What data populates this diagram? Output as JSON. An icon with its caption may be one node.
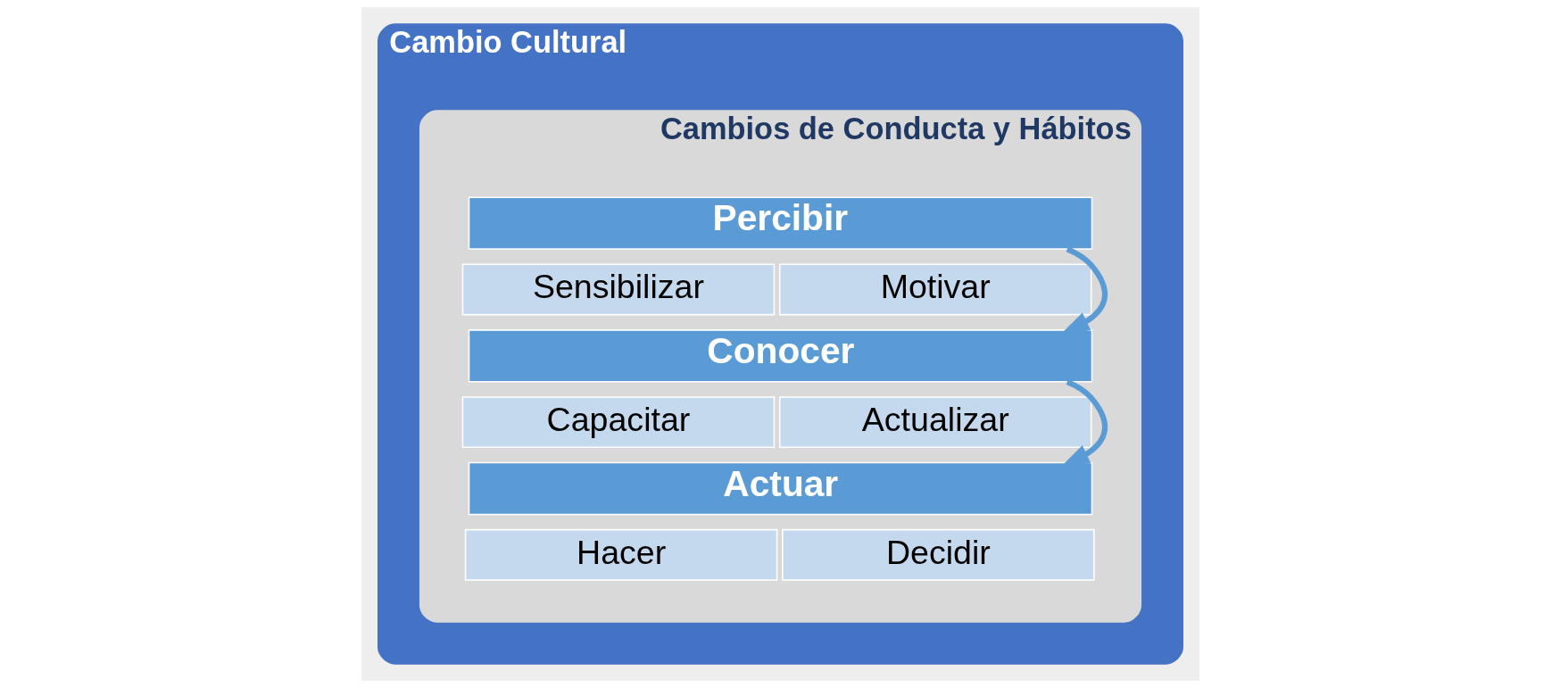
{
  "diagram": {
    "nodes": [
      {
        "text": [
          "Cambio Cultural"
        ]
      },
      {
        "text": [
          "Cambios de Conducta y Hábitos"
        ],
        "in": 0
      },
      {
        "text": [
          "Percibir"
        ],
        "in": 1
      },
      {
        "text": [
          "Sensibilizar"
        ],
        "in": 1
      },
      {
        "text": [
          "Motivar"
        ],
        "in": 1
      },
      {
        "text": [
          "Conocer"
        ],
        "in": 1
      },
      {
        "text": [
          "Capacitar"
        ],
        "in": 1
      },
      {
        "text": [
          "Actualizar"
        ],
        "in": 1
      },
      {
        "text": [
          "Actuar"
        ],
        "in": 1
      },
      {
        "text": [
          "Hacer"
        ],
        "in": 1
      },
      {
        "text": [
          "Decidir"
        ],
        "in": 1
      }
    ],
    "edges": [
      {
        "from": 2,
        "to": 5,
        "arrow": "to"
      },
      {
        "from": 5,
        "to": 8,
        "arrow": "to"
      }
    ]
  }
}
